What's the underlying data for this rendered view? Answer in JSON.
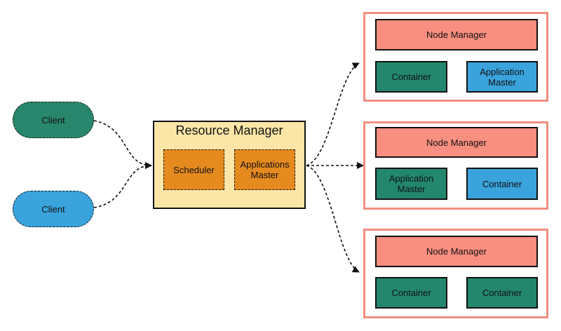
{
  "colors": {
    "client_green": "#28866c",
    "client_blue": "#3aa3dc",
    "resource_manager_fill": "#fbe6a8",
    "sub_component_fill": "#e58a1f",
    "node_border": "#f08f80",
    "node_manager_fill": "#f98f80",
    "container_green": "#23876e",
    "container_blue": "#3aa3dc"
  },
  "clients": [
    {
      "label": "Client"
    },
    {
      "label": "Client"
    }
  ],
  "resource_manager": {
    "title": "Resource Manager",
    "scheduler": "Scheduler",
    "applications_master": "Applications Master"
  },
  "nodes": [
    {
      "manager": "Node Manager",
      "slots": [
        "Container",
        "Application Master"
      ]
    },
    {
      "manager": "Node Manager",
      "slots": [
        "Application Master",
        "Container"
      ]
    },
    {
      "manager": "Node Manager",
      "slots": [
        "Container",
        "Container"
      ]
    }
  ]
}
